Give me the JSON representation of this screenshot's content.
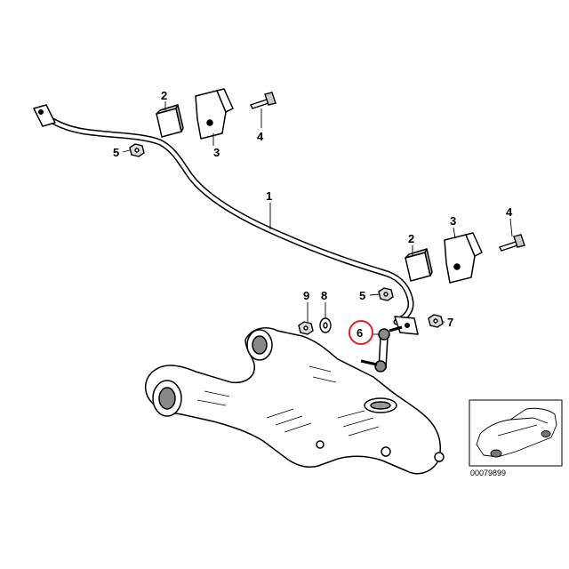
{
  "callouts": {
    "c1": "1",
    "c2a": "2",
    "c2b": "2",
    "c3a": "3",
    "c3b": "3",
    "c4a": "4",
    "c4b": "4",
    "c5a": "5",
    "c5b": "5",
    "c6": "6",
    "c7": "7",
    "c8": "8",
    "c9": "9"
  },
  "diagram_code": "00079899",
  "highlight_color": "#e0202a"
}
